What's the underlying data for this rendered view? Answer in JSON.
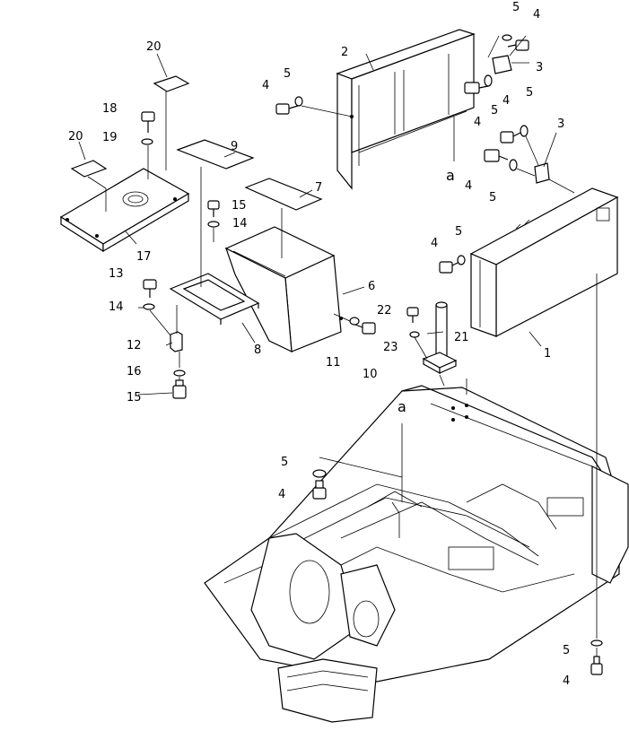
{
  "callouts": {
    "c1": "1",
    "c2": "2",
    "c3a": "3",
    "c3b": "3",
    "c4a": "4",
    "c4b": "4",
    "c4c": "4",
    "c4d": "4",
    "c4e": "4",
    "c4f": "4",
    "c4g": "4",
    "c4h": "4",
    "c5a": "5",
    "c5b": "5",
    "c5c": "5",
    "c5d": "5",
    "c5e": "5",
    "c5f": "5",
    "c5g": "5",
    "c5h": "5",
    "c6": "6",
    "c7": "7",
    "c8": "8",
    "c9": "9",
    "c10": "10",
    "c11": "11",
    "c12": "12",
    "c13": "13",
    "c14a": "14",
    "c14b": "14",
    "c15a": "15",
    "c15b": "15",
    "c16": "16",
    "c17": "17",
    "c18": "18",
    "c19": "19",
    "c20a": "20",
    "c20b": "20",
    "c21": "21",
    "c22": "22",
    "c23": "23"
  },
  "reference_marks": {
    "a1": "a",
    "a2": "a"
  }
}
